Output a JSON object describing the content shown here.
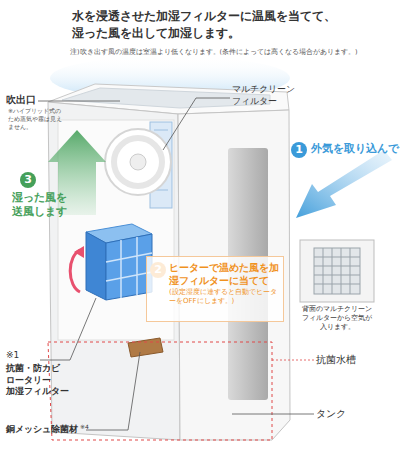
{
  "diagram": {
    "title": "水を浸透させた加湿フィルターに温風を当てて、湿った風を出して加湿します。",
    "nodes": [
      {
        "text": [
          "ヒーターで温めた風を加湿フィルターに当てて",
          "(設定湿度に達すると自動でヒーターをOFFにします。)"
        ]
      },
      {
        "text": [
          "背面のマルチクリーンフィルターから空気が入ります。"
        ]
      }
    ],
    "labels": [
      "注)吹き出す風の温度は室温より低くなります。(条件によっては高くなる場合があります。)",
      "吹出口",
      "※ハイブリッド式のため蒸気や霧は見えません。",
      "マルチクリーンフィルター",
      "1",
      "外気を取り込んで",
      "3",
      "湿った風を送風します",
      "※1",
      "抗菌・防カビ ロータリー 加湿フィルター",
      "銅メッシュ除菌材",
      "※4",
      "抗菌水槽",
      "タンク",
      "2"
    ]
  }
}
